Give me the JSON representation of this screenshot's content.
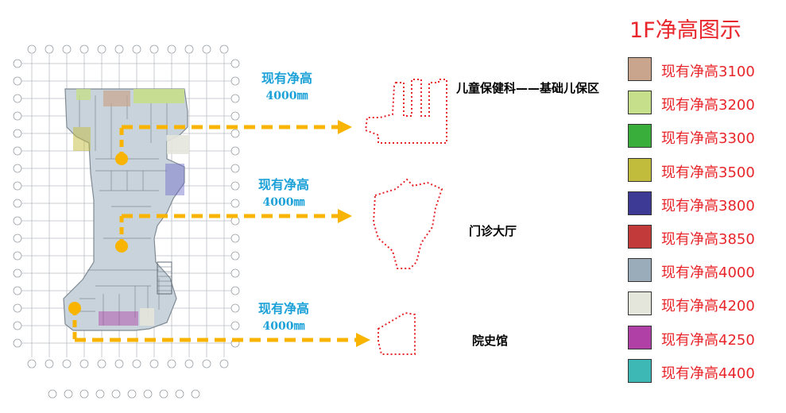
{
  "callouts": [
    {
      "line1": "现有净高",
      "line2": "4000㎜"
    },
    {
      "line1": "现有净高",
      "line2": "4000㎜"
    },
    {
      "line1": "现有净高",
      "line2": "4000㎜"
    }
  ],
  "zones": [
    {
      "label": "儿童保健科——基础儿保区"
    },
    {
      "label": "门诊大厅"
    },
    {
      "label": "院史馆"
    }
  ],
  "legend": {
    "title": "1F净高图示",
    "items": [
      {
        "label": "现有净高3100",
        "color": "#c8a58c"
      },
      {
        "label": "现有净高3200",
        "color": "#c6df8a"
      },
      {
        "label": "现有净高3300",
        "color": "#3aae3a"
      },
      {
        "label": "现有净高3500",
        "color": "#c2bc3c"
      },
      {
        "label": "现有净高3800",
        "color": "#3d3a96"
      },
      {
        "label": "现有净高3850",
        "color": "#c23a3a"
      },
      {
        "label": "现有净高4000",
        "color": "#9aacba"
      },
      {
        "label": "现有净高4200",
        "color": "#e4e6dc"
      },
      {
        "label": "现有净高4250",
        "color": "#b03fa6"
      },
      {
        "label": "现有净高4400",
        "color": "#3eb8b4"
      }
    ]
  },
  "colors": {
    "arrow": "#f8b400",
    "dotted_outline": "#e8252a",
    "callout_text": "#1ba1d8",
    "legend_text": "#e8252a",
    "floor_fill": "#c9d3dc"
  }
}
